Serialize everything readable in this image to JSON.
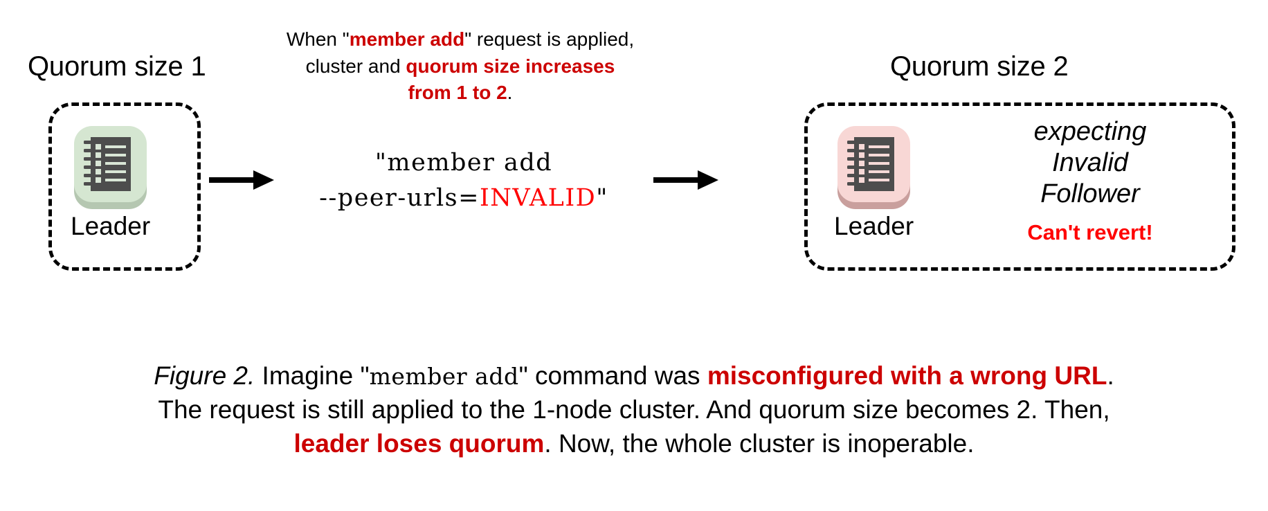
{
  "figure": {
    "colors": {
      "emphasis_red": "#cc0000",
      "alert_red": "#ff0000",
      "invalid_red": "#ff0000",
      "leader_ok_bg": "#d5e6d1",
      "leader_bad_bg": "#f8d7d5",
      "box_border": "#000000"
    }
  },
  "top_note": {
    "line1_a": "When \"",
    "line1_b": "member add",
    "line1_c": "\" request is applied,",
    "line2_a": "cluster and ",
    "line2_b": "quorum size increases",
    "line3_a": "from 1 to 2",
    "line3_b": "."
  },
  "left_cluster": {
    "title": "Quorum size 1",
    "node_label": "Leader",
    "icon": "etcd-node-icon"
  },
  "command": {
    "line1": "\"member add",
    "line2_prefix": "--peer-urls=",
    "line2_value": "INVALID",
    "line2_suffix": "\""
  },
  "right_cluster": {
    "title": "Quorum size 2",
    "node_label": "Leader",
    "icon": "etcd-node-icon",
    "note_line1": "expecting",
    "note_line2": "Invalid",
    "note_line3": "Follower",
    "warning": "Can't revert!"
  },
  "arrows": {
    "arrow1": "arrow-right-icon",
    "arrow2": "arrow-right-icon"
  },
  "caption": {
    "label": "Figure 2.",
    "l1_a": " Imagine \"",
    "l1_mono": "member add",
    "l1_b": "\" command was ",
    "l1_red": "misconfigured with a wrong URL",
    "l1_c": ".",
    "l2": "The request is still applied to the 1-node cluster. And quorum size becomes 2. Then,",
    "l3_red": "leader loses quorum",
    "l3_b": ". Now, the whole cluster is inoperable."
  }
}
